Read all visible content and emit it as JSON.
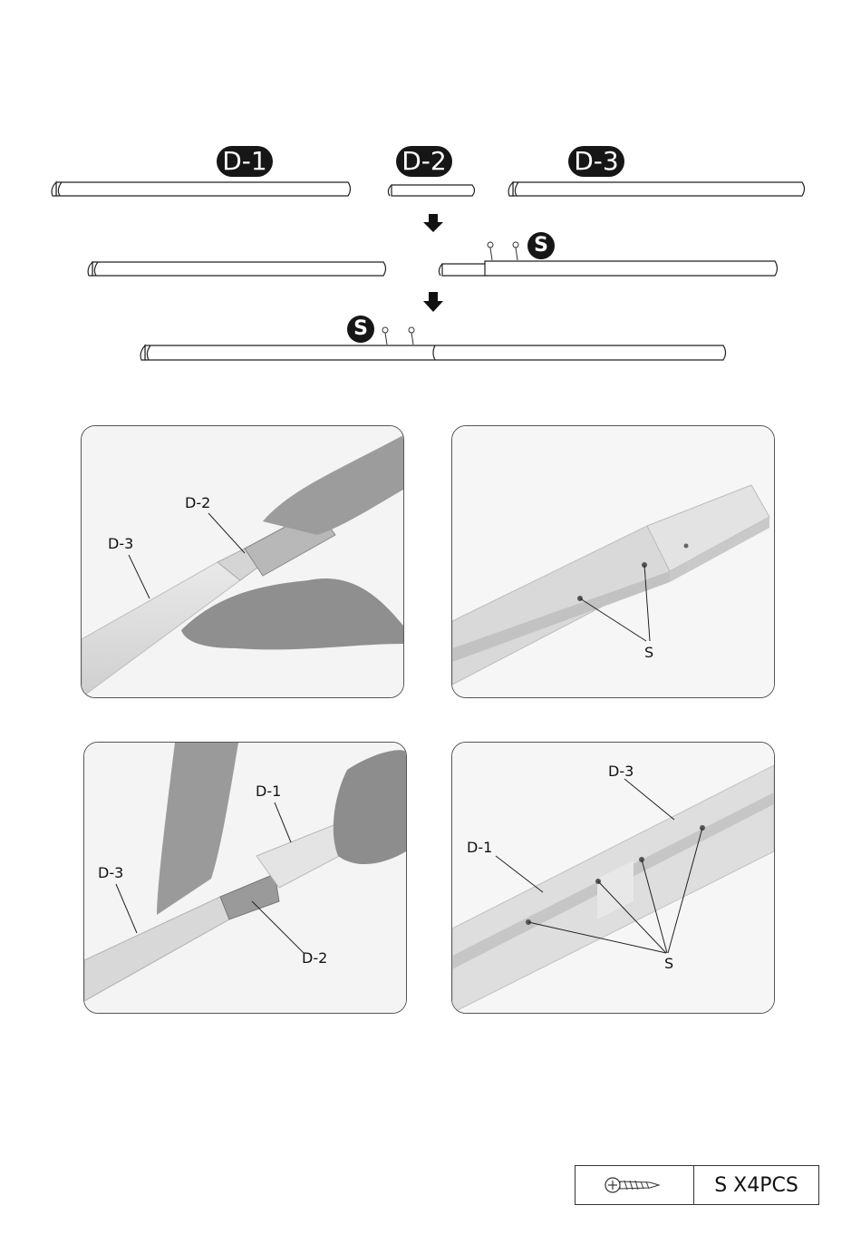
{
  "diagram": {
    "part_labels": {
      "d1": "D-1",
      "d2": "D-2",
      "d3": "D-3"
    },
    "screw_label": "S"
  },
  "photos": {
    "photo1": {
      "label_top": "D-2",
      "label_left": "D-3"
    },
    "photo2": {
      "label_screw": "S"
    },
    "photo3": {
      "label_top": "D-1",
      "label_left": "D-3",
      "label_bottom": "D-2"
    },
    "photo4": {
      "label_top": "D-3",
      "label_left": "D-1",
      "label_screw": "S"
    }
  },
  "hardware_table": {
    "icon": "screw-icon",
    "quantity_text": "S X4PCS"
  }
}
